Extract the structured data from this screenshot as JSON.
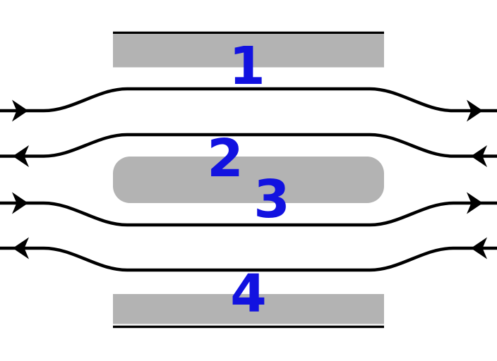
{
  "colors": {
    "platform": "#b3b3b3",
    "track": "#000000",
    "label": "#1212e0",
    "background": "#ffffff"
  },
  "platforms": [
    {
      "label": "1",
      "type": "side-platform-top"
    },
    {
      "label": "2",
      "type": "island-platform-upper-face"
    },
    {
      "label": "3",
      "type": "island-platform-lower-face"
    },
    {
      "label": "4",
      "type": "side-platform-bottom"
    }
  ],
  "tracks": [
    {
      "name": "track-1",
      "direction": "right"
    },
    {
      "name": "track-2",
      "direction": "left"
    },
    {
      "name": "track-3",
      "direction": "right"
    },
    {
      "name": "track-4",
      "direction": "left"
    }
  ]
}
